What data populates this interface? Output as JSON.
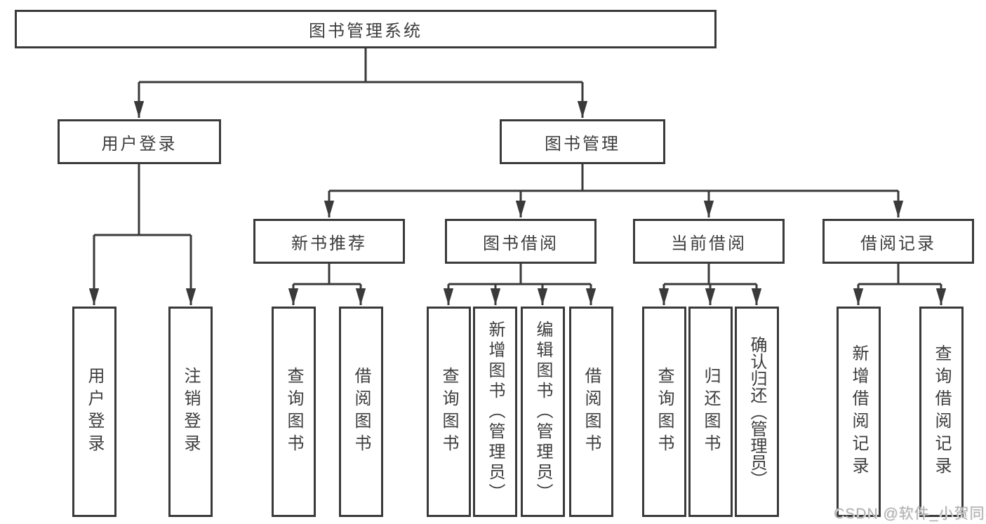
{
  "tree": {
    "root": {
      "label": "图书管理系统"
    },
    "branches": [
      {
        "label": "用户登录",
        "children": [
          {
            "label": "用户登录"
          },
          {
            "label": "注销登录"
          }
        ]
      },
      {
        "label": "图书管理",
        "children": [
          {
            "label": "新书推荐",
            "children": [
              {
                "label": "查询图书"
              },
              {
                "label": "借阅图书"
              }
            ]
          },
          {
            "label": "图书借阅",
            "children": [
              {
                "label": "查询图书"
              },
              {
                "label": "新增图书（管理员）"
              },
              {
                "label": "编辑图书（管理员）"
              },
              {
                "label": "借阅图书"
              }
            ]
          },
          {
            "label": "当前借阅",
            "children": [
              {
                "label": "查询图书"
              },
              {
                "label": "归还图书"
              },
              {
                "label": "确认归还（管理员）"
              }
            ]
          },
          {
            "label": "借阅记录",
            "children": [
              {
                "label": "新增借阅记录"
              },
              {
                "label": "查询借阅记录"
              }
            ]
          }
        ]
      }
    ]
  },
  "watermark": "CSDN @软件_小贺同学",
  "colors": {
    "line": "#3a3a3a",
    "text": "#3d3d3d",
    "watermark": "#b0b0b0",
    "background": "#ffffff"
  }
}
